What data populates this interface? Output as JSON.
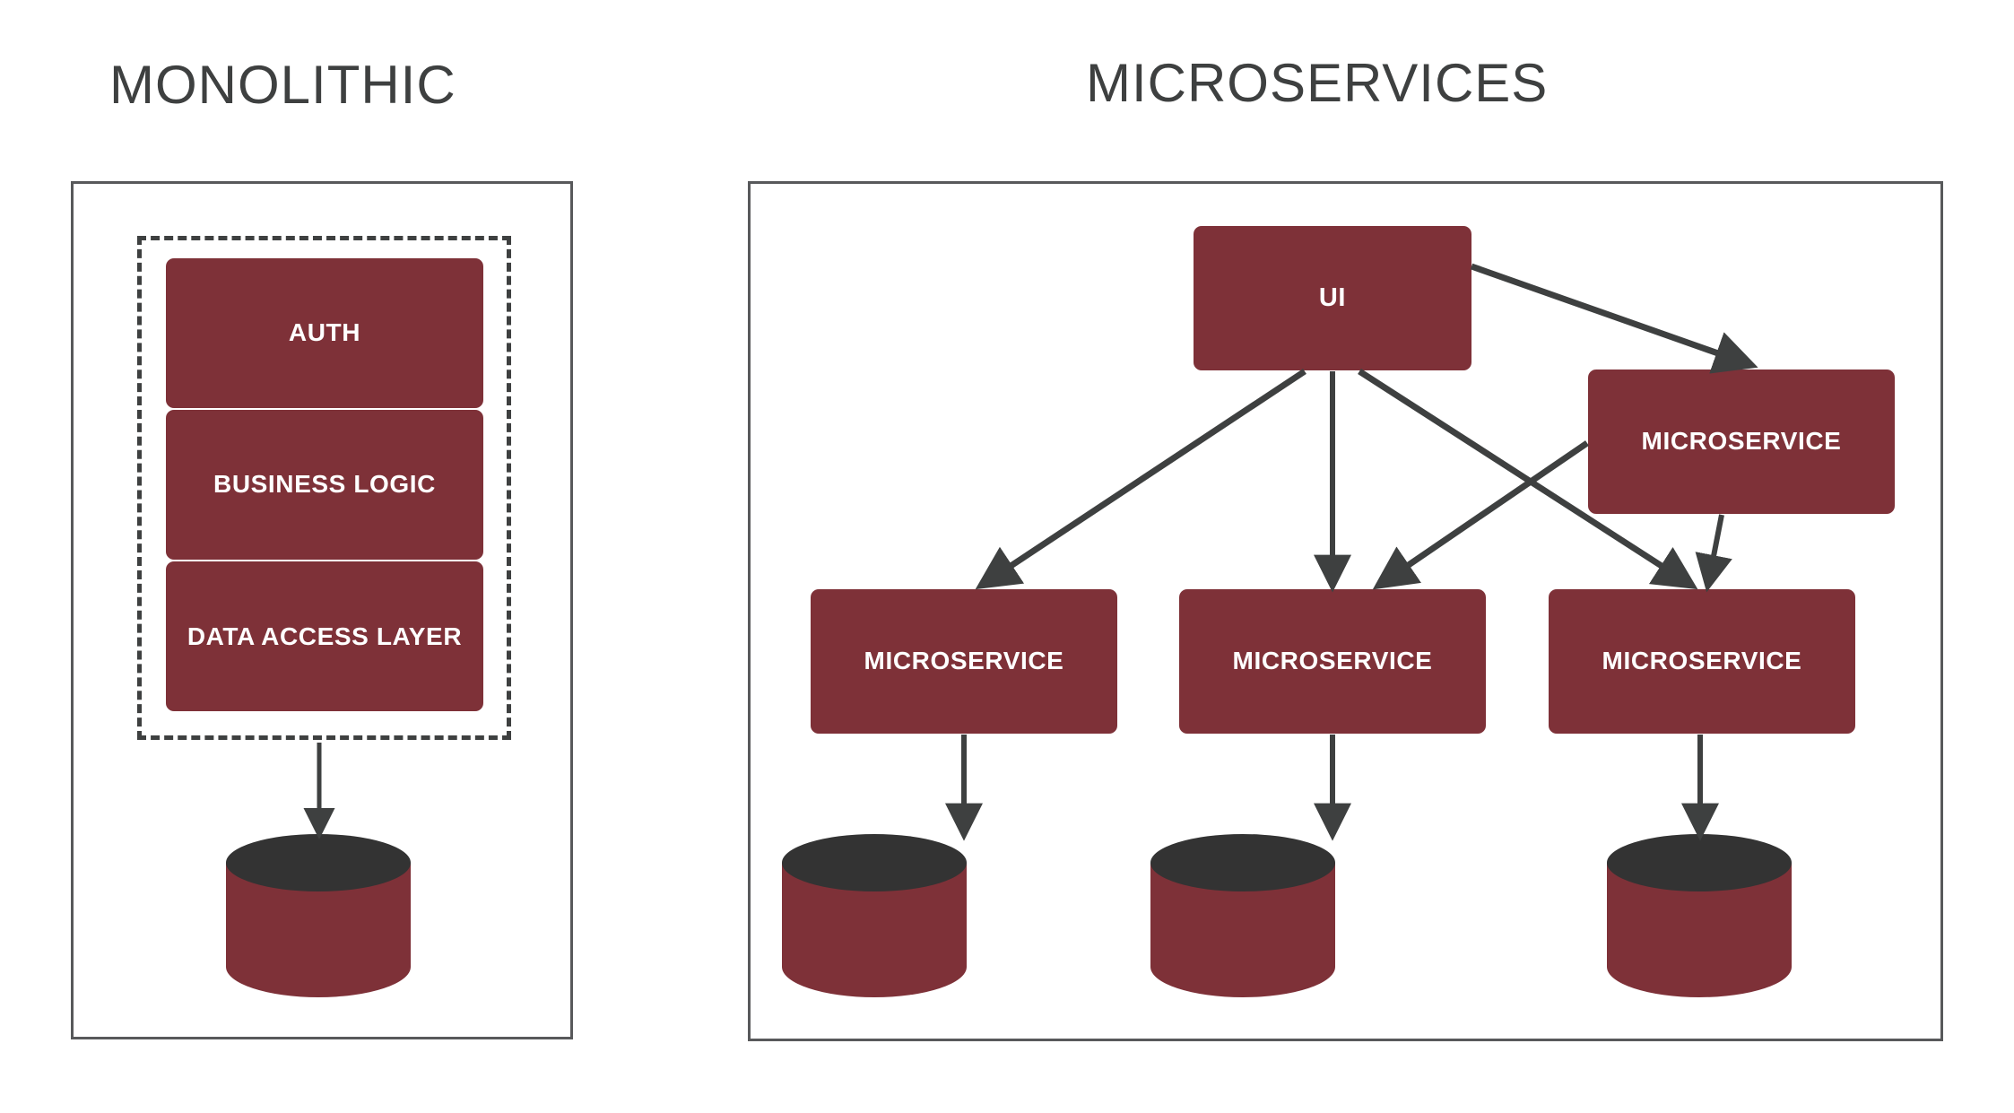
{
  "diagram": {
    "type": "architecture-comparison",
    "background_color": "#ffffff",
    "accent_color": "#7e3138",
    "line_color": "#3e4040",
    "panel_border_color": "#58595b",
    "panels": [
      {
        "id": "monolithic",
        "title": "MONOLITHIC",
        "grouped_nodes_label": "monolith-dashed-boundary",
        "nodes": [
          {
            "id": "auth",
            "label": "AUTH"
          },
          {
            "id": "business-logic",
            "label": "BUSINESS LOGIC"
          },
          {
            "id": "data-access-layer",
            "label": "DATA ACCESS LAYER"
          }
        ],
        "databases": [
          {
            "id": "db-mono",
            "label": "database-cylinder"
          }
        ],
        "edges": [
          {
            "from": "data-access-layer",
            "to": "db-mono"
          }
        ]
      },
      {
        "id": "microservices",
        "title": "MICROSERVICES",
        "nodes": [
          {
            "id": "ui",
            "label": "UI"
          },
          {
            "id": "ms-top-right",
            "label": "MICROSERVICE"
          },
          {
            "id": "ms-bottom-1",
            "label": "MICROSERVICE"
          },
          {
            "id": "ms-bottom-2",
            "label": "MICROSERVICE"
          },
          {
            "id": "ms-bottom-3",
            "label": "MICROSERVICE"
          }
        ],
        "databases": [
          {
            "id": "db-1",
            "label": "database-cylinder"
          },
          {
            "id": "db-2",
            "label": "database-cylinder"
          },
          {
            "id": "db-3",
            "label": "database-cylinder"
          }
        ],
        "edges": [
          {
            "from": "ui",
            "to": "ms-top-right"
          },
          {
            "from": "ui",
            "to": "ms-bottom-1"
          },
          {
            "from": "ui",
            "to": "ms-bottom-2"
          },
          {
            "from": "ui",
            "to": "ms-bottom-3"
          },
          {
            "from": "ms-top-right",
            "to": "ms-bottom-2"
          },
          {
            "from": "ms-top-right",
            "to": "ms-bottom-3"
          },
          {
            "from": "ms-bottom-1",
            "to": "db-1"
          },
          {
            "from": "ms-bottom-2",
            "to": "db-2"
          },
          {
            "from": "ms-bottom-3",
            "to": "db-3"
          }
        ]
      }
    ]
  }
}
